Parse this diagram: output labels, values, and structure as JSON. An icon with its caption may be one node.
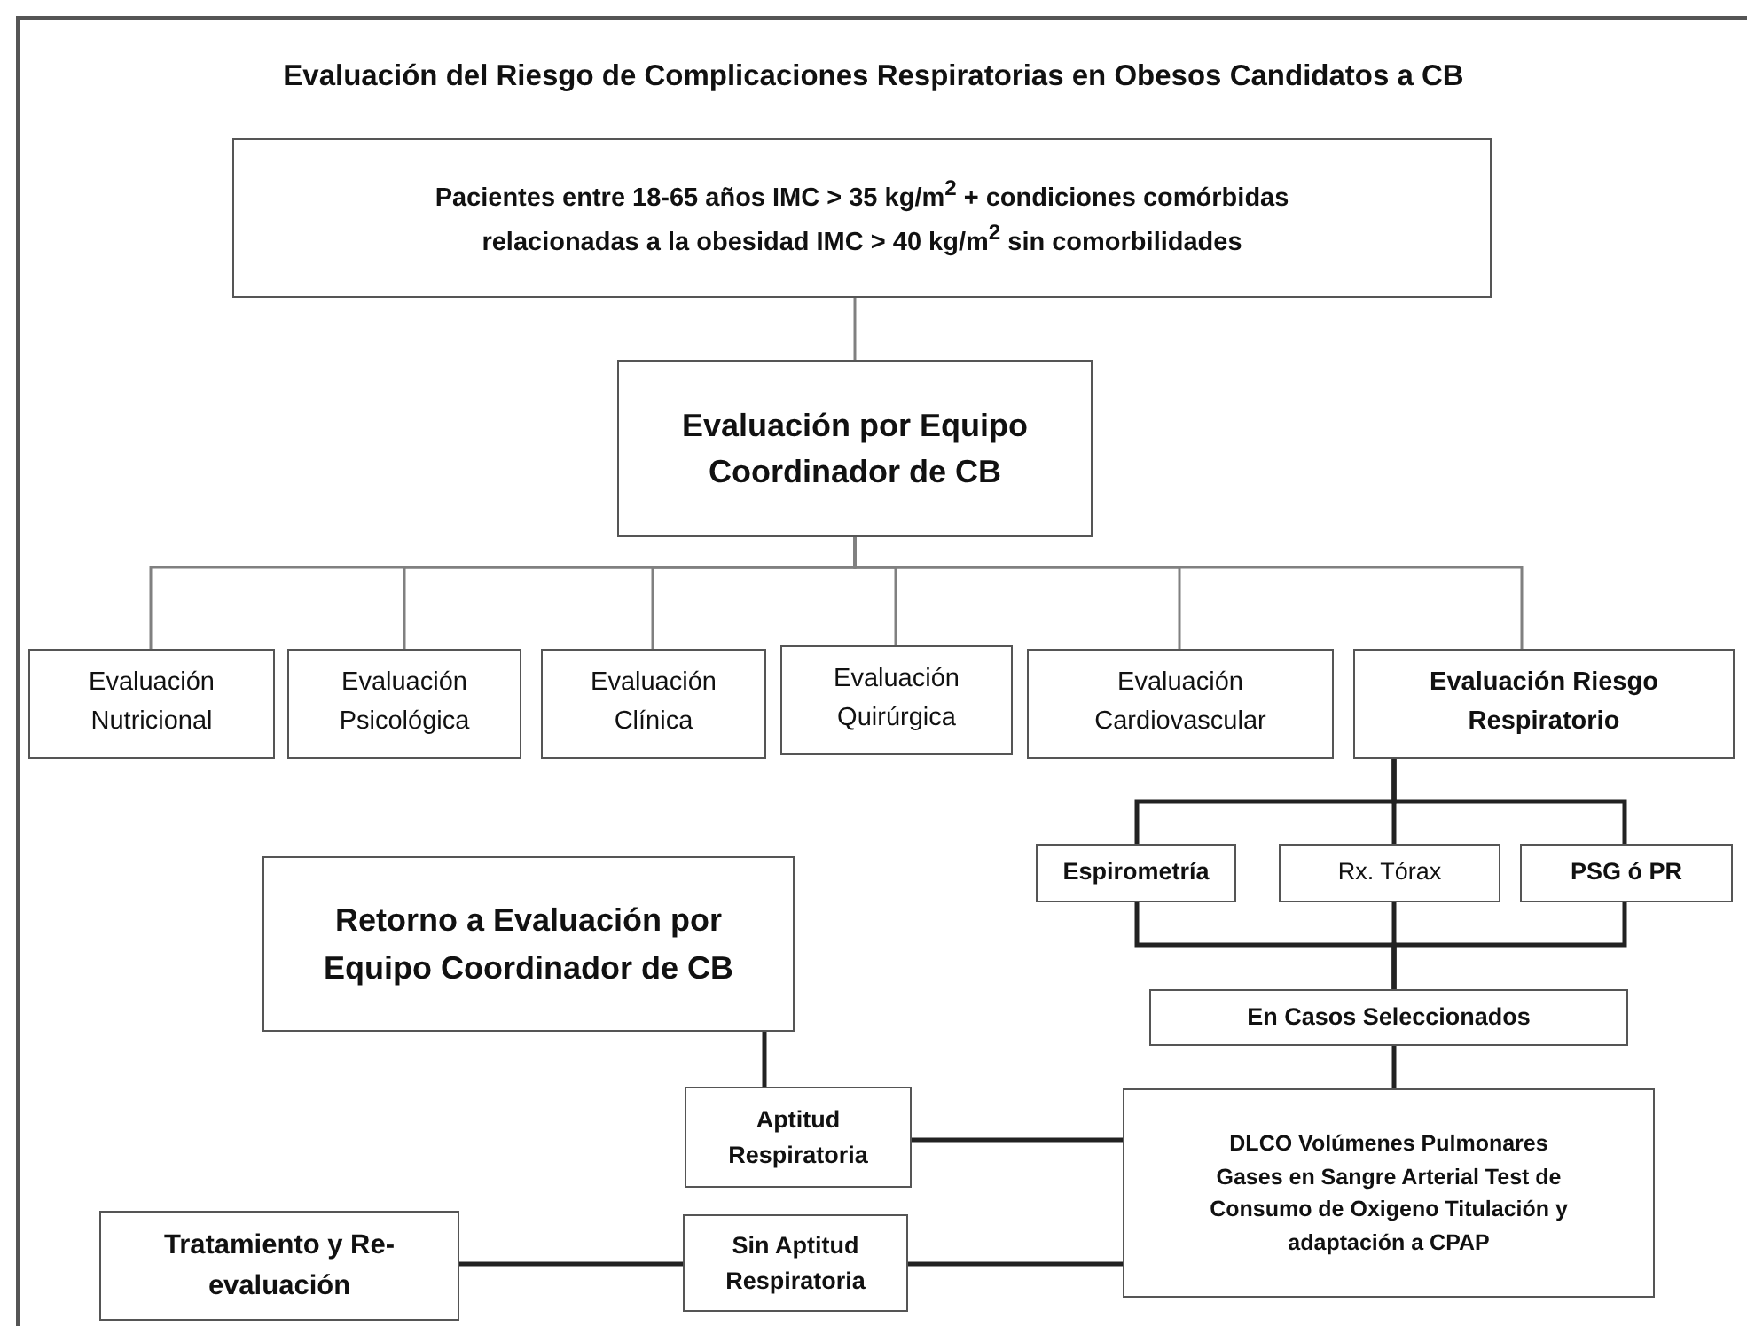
{
  "diagram": {
    "title": "Evaluación del Riesgo de Complicaciones Respiratorias en Obesos Candidatos a CB",
    "nodes": [
      {
        "text": [
          "Pacientes entre 18-65 años IMC > 35 kg/m$^{2}$ + condiciones comórbidas relacionadas a la obesidad IMC > 40 kg/m$^{2}$ sin comorbilidades"
        ]
      },
      {
        "text": [
          "Evaluación por Equipo Coordinador de CB"
        ]
      },
      {
        "text": [
          "Evaluación Nutricional"
        ]
      },
      {
        "text": [
          "Evaluación Psicológica"
        ]
      },
      {
        "text": [
          "Evaluación Clínica"
        ]
      },
      {
        "text": [
          "Evaluación Quirúrgica"
        ]
      },
      {
        "text": [
          "Evaluación Cardiovascular"
        ]
      },
      {
        "text": [
          "Evaluación Riesgo Respiratorio"
        ]
      },
      {
        "text": [
          "Espirometría"
        ]
      },
      {
        "text": [
          "Rx. Tórax"
        ]
      },
      {
        "text": [
          "PSG ó PR"
        ]
      },
      {
        "text": [
          "Retorno a Evaluación por Equipo Coordinador de CB"
        ]
      },
      {
        "text": [
          "En Casos Seleccionados"
        ]
      },
      {
        "text": [
          "Aptitud Respiratoria"
        ]
      },
      {
        "text": [
          "DLCO Volúmenes Pulmonares Gases en Sangre Arterial Test de Consumo de Oxigeno Titulación y adaptación a CPAP"
        ]
      },
      {
        "text": [
          "Tratamiento y Re-evaluación"
        ]
      },
      {
        "text": [
          "Sin Aptitud Respiratoria"
        ]
      }
    ],
    "edges": [
      {
        "from": 0,
        "to": 1,
        "arrow": "none",
        "color": "#808080"
      },
      {
        "from": 1,
        "to": 2,
        "arrow": "none",
        "color": "#808080"
      },
      {
        "from": 1,
        "to": 3,
        "arrow": "none",
        "color": "#808080"
      },
      {
        "from": 1,
        "to": 4,
        "arrow": "none",
        "color": "#808080"
      },
      {
        "from": 1,
        "to": 5,
        "arrow": "none",
        "color": "#808080"
      },
      {
        "from": 1,
        "to": 6,
        "arrow": "none",
        "color": "#808080"
      },
      {
        "from": 1,
        "to": 7,
        "arrow": "none",
        "color": "#808080"
      },
      {
        "from": 7,
        "to": 8,
        "arrow": "none"
      },
      {
        "from": 7,
        "to": 9,
        "arrow": "none"
      },
      {
        "from": 7,
        "to": 10,
        "arrow": "none"
      },
      {
        "from": 8,
        "to": 12,
        "arrow": "none"
      },
      {
        "from": 9,
        "to": 12,
        "arrow": "none"
      },
      {
        "from": 10,
        "to": 12,
        "arrow": "none"
      },
      {
        "from": 12,
        "to": 14,
        "arrow": "none"
      },
      {
        "from": 13,
        "to": 14,
        "arrow": "none"
      },
      {
        "from": 11,
        "to": 13,
        "arrow": "none"
      },
      {
        "from": 16,
        "to": 14,
        "arrow": "none"
      },
      {
        "from": 15,
        "to": 16,
        "arrow": "none"
      }
    ]
  }
}
